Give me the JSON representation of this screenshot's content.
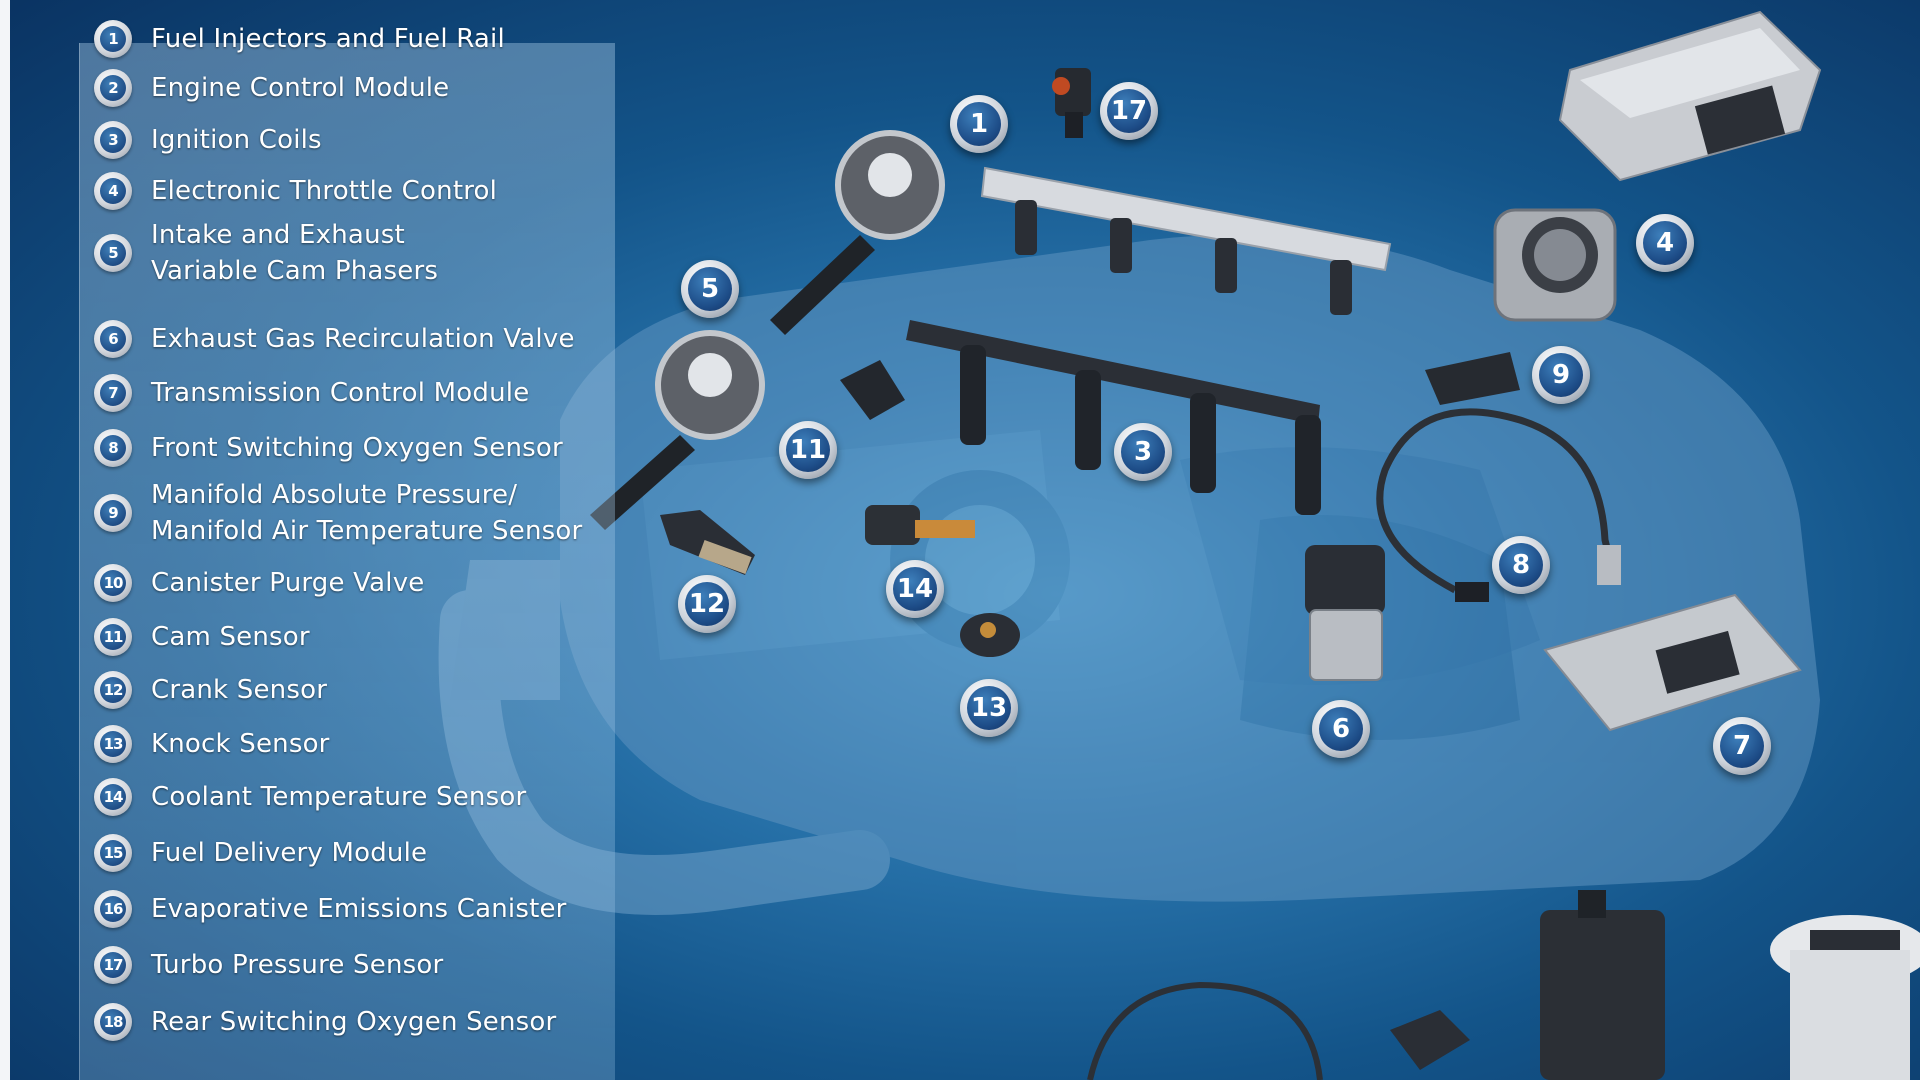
{
  "colors": {
    "background_deep": "#0a3362",
    "background_light": "#4fa3d6",
    "badge_blue": "#1d4c87",
    "text": "#ffffff"
  },
  "legend": {
    "items": [
      {
        "number": "1",
        "label": "Fuel Injectors and Fuel Rail"
      },
      {
        "number": "2",
        "label": "Engine Control Module"
      },
      {
        "number": "3",
        "label": "Ignition Coils"
      },
      {
        "number": "4",
        "label": "Electronic Throttle Control"
      },
      {
        "number": "5",
        "label": "Intake and Exhaust\nVariable Cam Phasers"
      },
      {
        "number": "6",
        "label": "Exhaust Gas Recirculation Valve"
      },
      {
        "number": "7",
        "label": "Transmission Control Module"
      },
      {
        "number": "8",
        "label": "Front Switching Oxygen Sensor"
      },
      {
        "number": "9",
        "label": "Manifold Absolute Pressure/\nManifold Air Temperature Sensor"
      },
      {
        "number": "10",
        "label": "Canister Purge Valve"
      },
      {
        "number": "11",
        "label": "Cam Sensor"
      },
      {
        "number": "12",
        "label": "Crank Sensor"
      },
      {
        "number": "13",
        "label": "Knock Sensor"
      },
      {
        "number": "14",
        "label": "Coolant Temperature Sensor"
      },
      {
        "number": "15",
        "label": "Fuel Delivery Module"
      },
      {
        "number": "16",
        "label": "Evaporative Emissions Canister"
      },
      {
        "number": "17",
        "label": "Turbo Pressure Sensor"
      },
      {
        "number": "18",
        "label": "Rear Switching Oxygen Sensor"
      }
    ]
  },
  "callouts": {
    "c1": "1",
    "c3": "3",
    "c4": "4",
    "c5": "5",
    "c6": "6",
    "c7": "7",
    "c8": "8",
    "c9": "9",
    "c11": "11",
    "c12": "12",
    "c13": "13",
    "c14": "14",
    "c17": "17"
  }
}
